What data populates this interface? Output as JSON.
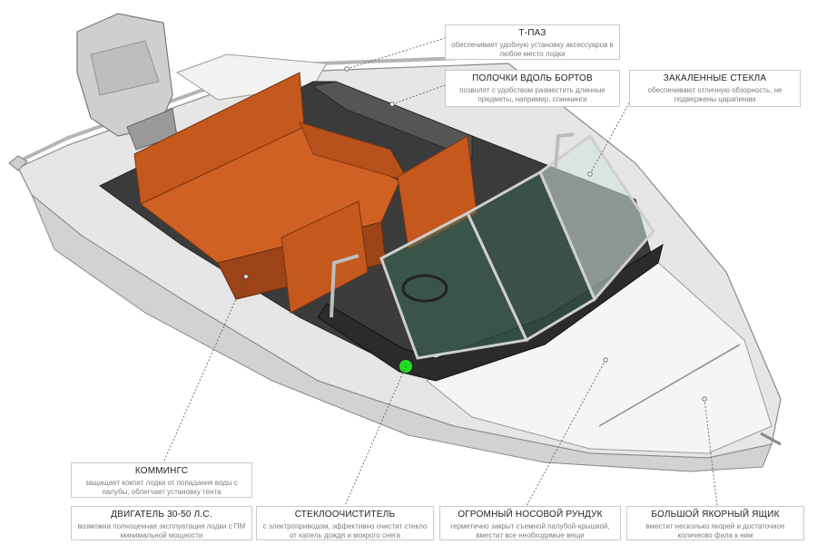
{
  "colors": {
    "hull": "#e4e4e4",
    "deck": "#f4f4f4",
    "upholstery": "#c85a1e",
    "cockpit_dark": "#3a3a3a",
    "glass_tint": "#2f5a48",
    "marker": "#22dd22",
    "leader": "#555555"
  },
  "callouts": {
    "t_slot": {
      "title": "Т-ПАЗ",
      "desc": "обеспечивает удобную установку аксессуаров в любое место лодки"
    },
    "shelves": {
      "title": "ПОЛОЧКИ ВДОЛЬ БОРТОВ",
      "desc": "позволят с удобством разместить длинные предметы, например, спиннинги"
    },
    "glass": {
      "title": "ЗАКАЛЕННЫЕ СТЕКЛА",
      "desc": "обеспечивают отличную обзорность, не подвержены царапинам"
    },
    "coaming": {
      "title": "КОММИНГС",
      "desc": "защищает кокпит лодки от попадания воды с палубы, облегчает установку тента"
    },
    "engine": {
      "title": "ДВИГАТЕЛЬ 30-50 Л.С.",
      "desc": "возможна полноценная эксплуатация лодки с ПМ минимальной мощности"
    },
    "wiper": {
      "title": "СТЕКЛООЧИСТИТЕЛЬ",
      "desc": "с электроприводом, эффективно очистит стекло от капель дождя и мокрого снега"
    },
    "bow_box": {
      "title": "ОГРОМНЫЙ НОСОВОЙ РУНДУК",
      "desc": "герметично закрыт съемной палубой-крышкой, вместит все необходимые вещи"
    },
    "anchor_box": {
      "title": "БОЛЬШОЙ ЯКОРНЫЙ ЯЩИК",
      "desc": "вместит несколько якорей и достаточное количесво фала к ним"
    }
  }
}
